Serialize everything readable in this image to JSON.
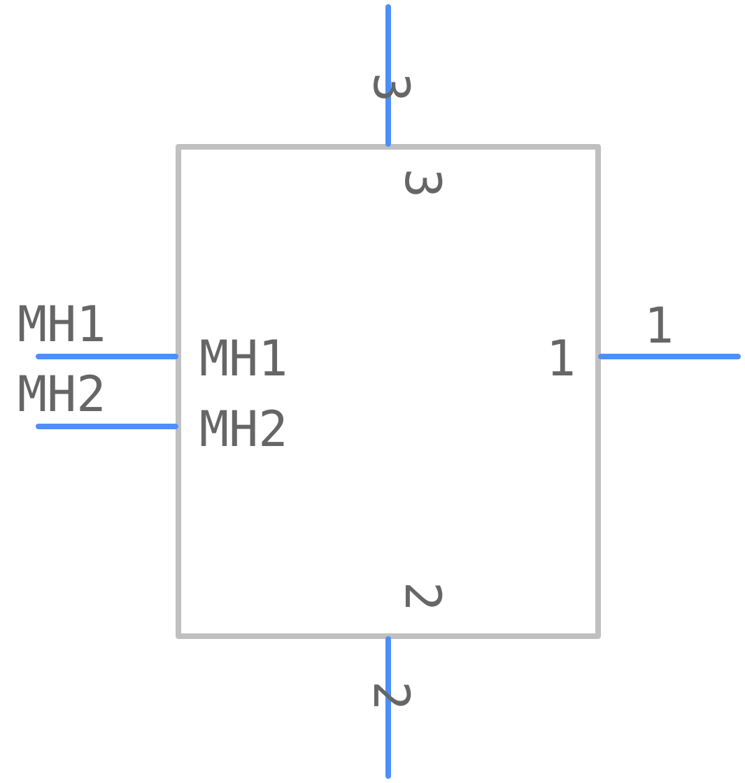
{
  "colors": {
    "body_outline": "#c0c0c0",
    "pin_line": "#4d8ff5",
    "text": "#666666",
    "background": "#ffffff"
  },
  "pins": {
    "pin3": {
      "number": "3",
      "name": "3"
    },
    "pin2": {
      "number": "2",
      "name": "2"
    },
    "pin1": {
      "number": "1",
      "name": "1"
    },
    "mh1": {
      "number": "MH1",
      "name": "MH1"
    },
    "mh2": {
      "number": "MH2",
      "name": "MH2"
    }
  }
}
